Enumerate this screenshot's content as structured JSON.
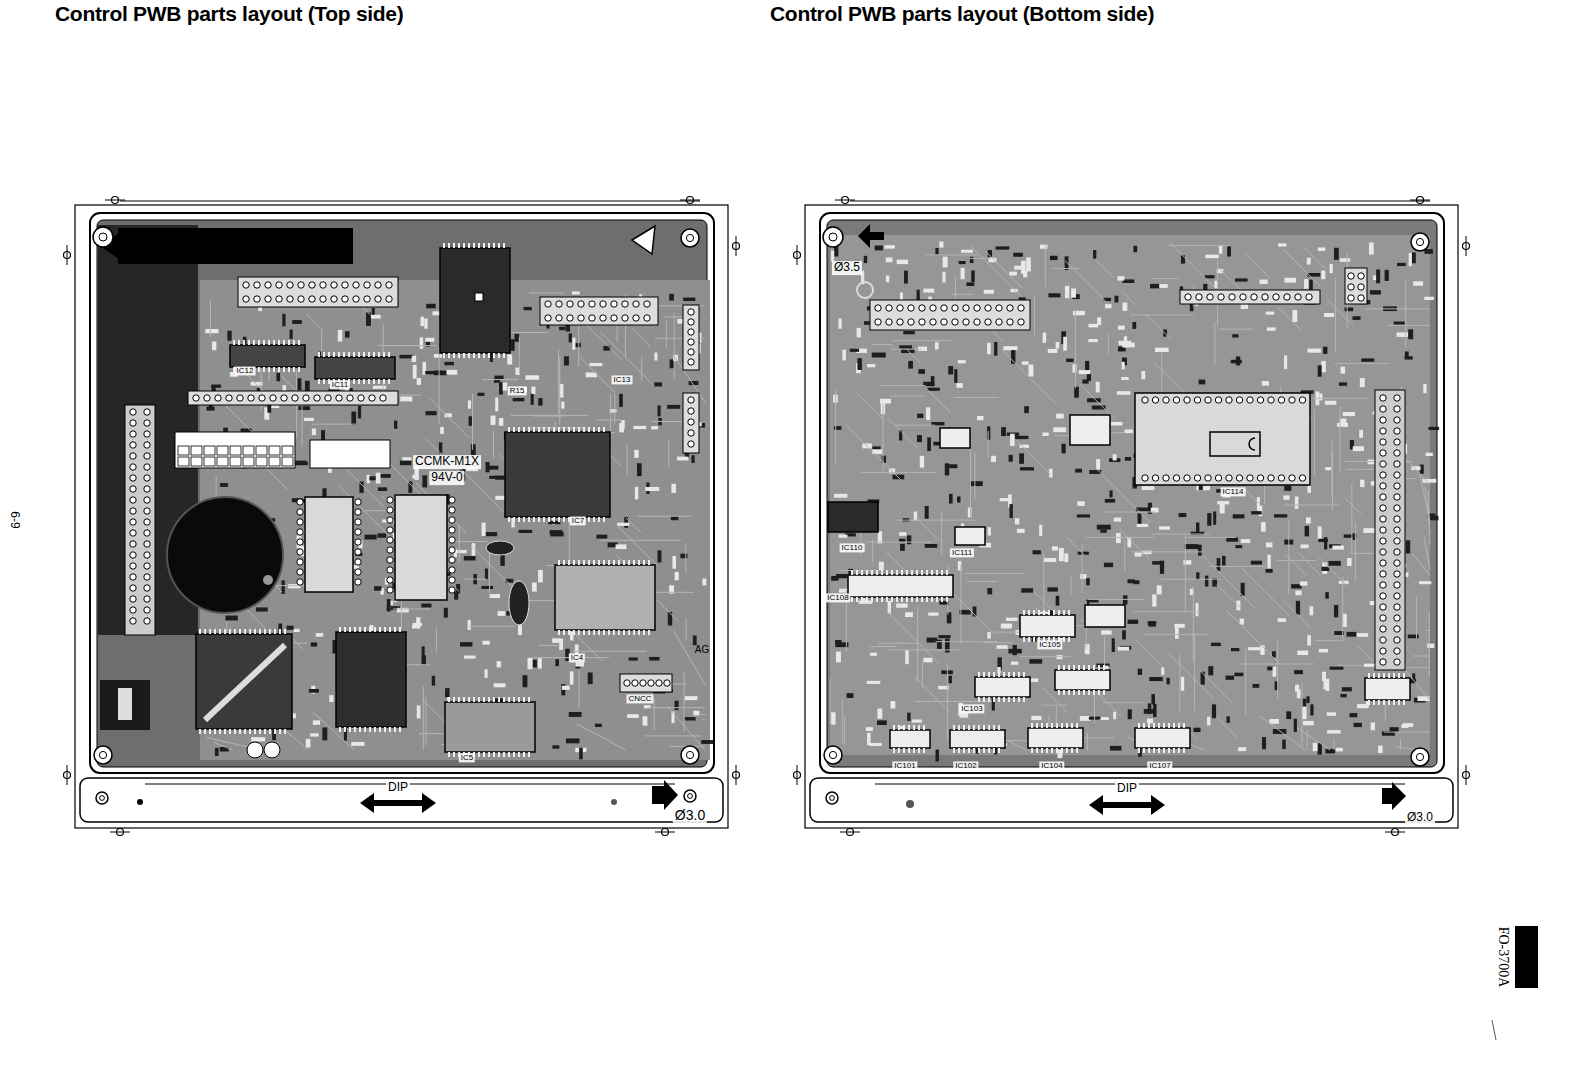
{
  "diagram": {
    "nodes": [
      {
        "text": [
          "Control PWB parts layout (Top side)"
        ]
      },
      {
        "text": [
          "Control PWB parts layout (Bottom side)"
        ]
      }
    ],
    "labels": [
      "CCMK-M1X",
      "94V-0",
      "IC12",
      "IC11",
      "R15",
      "IC13",
      "IC7",
      "IC4",
      "IC5",
      "CNCC",
      "AG",
      "DIP",
      "Ø3.0",
      "Ø3.5",
      "IC114",
      "IC110",
      "IC108",
      "IC111",
      "IC105",
      "IC103",
      "IC101",
      "IC102",
      "IC104",
      "IC107",
      "DIP",
      "Ø3.0",
      "6-9",
      "FO-3700A"
    ]
  }
}
